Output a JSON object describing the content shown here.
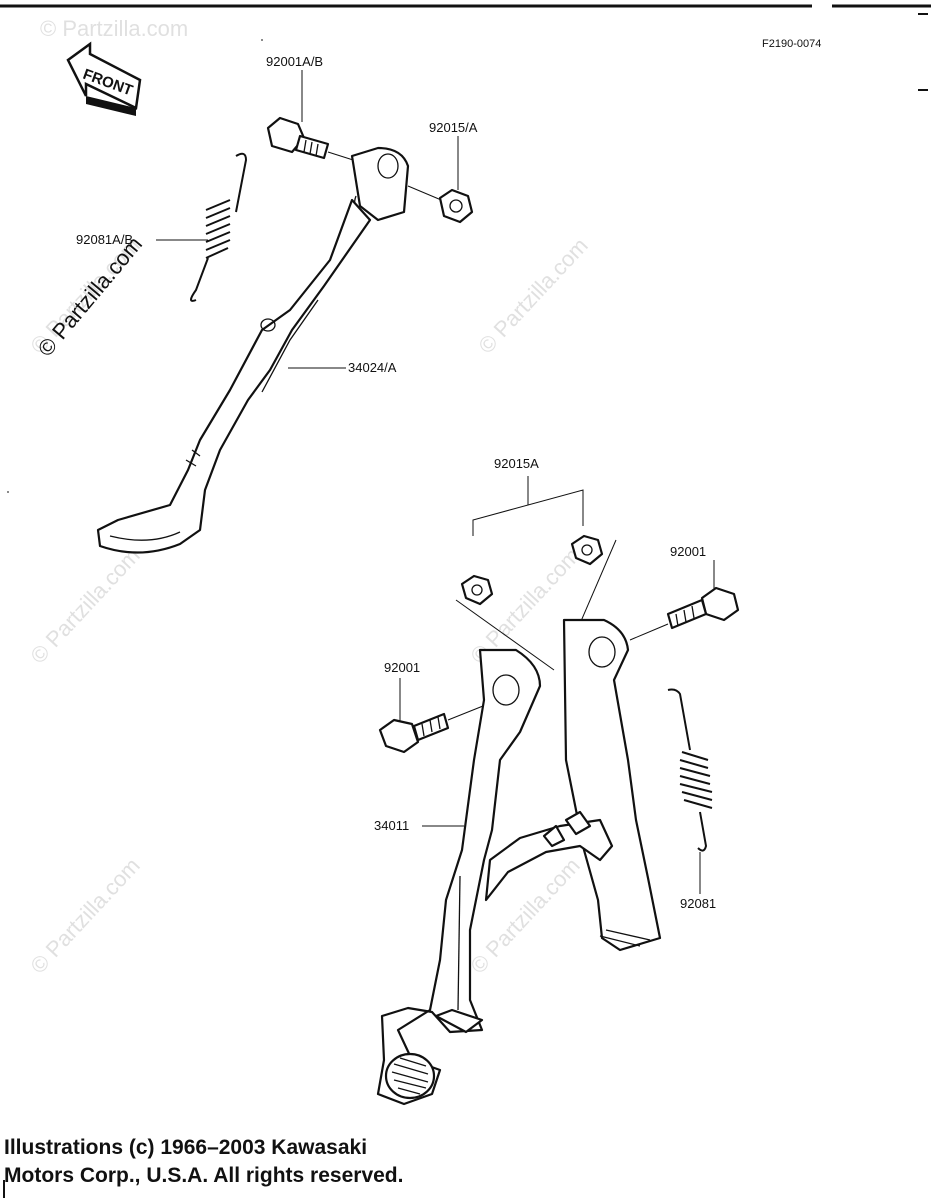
{
  "figure_code": "F2190-0074",
  "front_label": "FRONT",
  "watermark": "© Partzilla.com",
  "callouts": {
    "bolt_side_stand": "92001A/B",
    "nut_side_stand": "92015/A",
    "spring_side_stand": "92081A/B",
    "side_stand": "34024/A",
    "nuts_center_stand": "92015A",
    "bolt_center_right": "92001",
    "bolt_center_left": "92001",
    "center_stand": "34011",
    "spring_center_stand": "92081"
  },
  "copyright": {
    "line1": "Illustrations (c) 1966–2003 Kawasaki",
    "line2": "Motors Corp., U.S.A.  All rights reserved."
  }
}
